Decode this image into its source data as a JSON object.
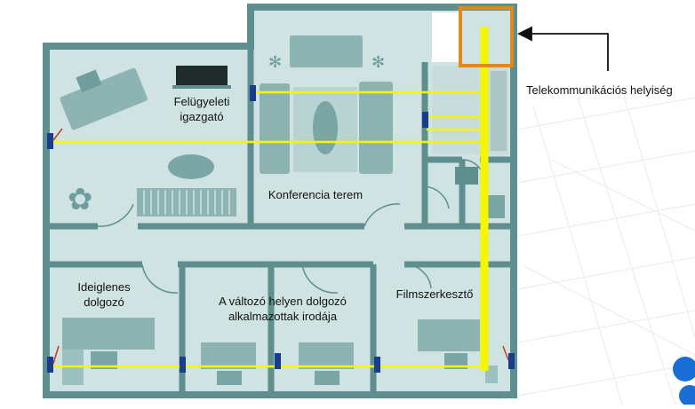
{
  "rooms": {
    "supervisor": {
      "line1": "Felügyeleti",
      "line2": "igazgató"
    },
    "conference": {
      "line1": "Konferencia terem"
    },
    "temporary": {
      "line1": "Ideiglenes",
      "line2": "dolgozó"
    },
    "mobile_office": {
      "line1": "A változó helyen dolgozó",
      "line2": "alkalmazottak irodája"
    },
    "film_editor": {
      "line1": "Filmszerkesztő"
    }
  },
  "callout": {
    "label": "Telekommunikációs helyiség"
  },
  "colors": {
    "floor": "#cde3e2",
    "wall": "#5f8e8e",
    "furniture": "#8db3b3",
    "cable": "#f6f600",
    "outlet": "#1a3c8c",
    "highlight": "#e08a1e",
    "grid": "#e9eef1"
  }
}
